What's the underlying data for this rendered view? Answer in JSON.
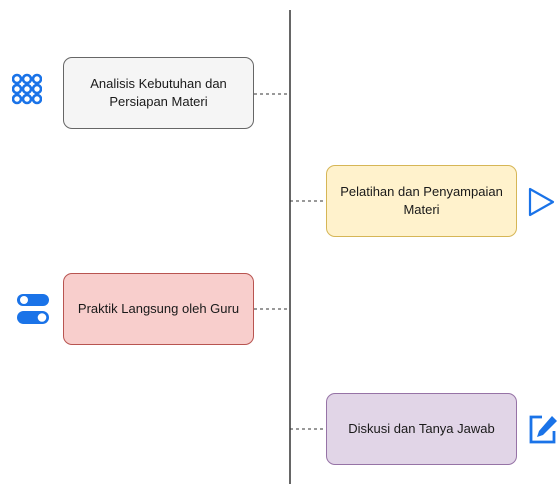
{
  "steps": [
    {
      "label": "Analisis Kebutuhan dan Persiapan Materi",
      "icon": "grid-dots-icon"
    },
    {
      "label": "Pelatihan dan Penyampaian Materi",
      "icon": "play-triangle-icon"
    },
    {
      "label": "Praktik Langsung oleh Guru",
      "icon": "toggle-switch-icon"
    },
    {
      "label": "Diskusi dan Tanya Jawab",
      "icon": "edit-pencil-icon"
    }
  ],
  "colors": {
    "accent": "#1a73e8",
    "step1_fill": "#f5f5f5",
    "step2_fill": "#fff2cc",
    "step3_fill": "#f8cecc",
    "step4_fill": "#e1d5e7",
    "timeline": "#000000"
  }
}
